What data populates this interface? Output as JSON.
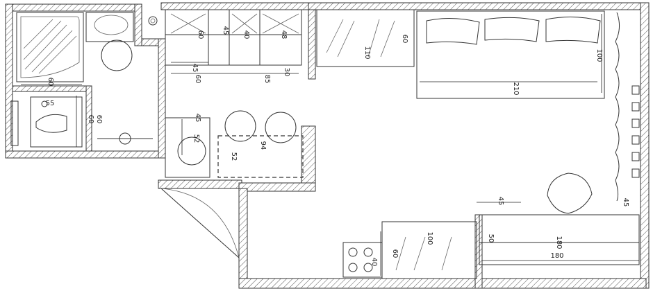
{
  "dimensions": [
    {
      "id": "shower-width",
      "text": "60"
    },
    {
      "id": "sink-depth",
      "text": "55"
    },
    {
      "id": "toilet-depth-a",
      "text": "60"
    },
    {
      "id": "toilet-depth-b",
      "text": "60"
    },
    {
      "id": "upper-cab-1",
      "text": "60"
    },
    {
      "id": "upper-cab-2",
      "text": "45"
    },
    {
      "id": "upper-cab-3",
      "text": "40"
    },
    {
      "id": "upper-cab-4",
      "text": "48"
    },
    {
      "id": "kitchen-45",
      "text": "45"
    },
    {
      "id": "kitchen-60",
      "text": "60"
    },
    {
      "id": "kitchen-85",
      "text": "85"
    },
    {
      "id": "kitchen-30",
      "text": "30"
    },
    {
      "id": "wardrobe-110",
      "text": "110"
    },
    {
      "id": "wardrobe-60",
      "text": "60"
    },
    {
      "id": "sofa-210",
      "text": "210"
    },
    {
      "id": "sofa-100",
      "text": "100"
    },
    {
      "id": "table-45",
      "text": "45"
    },
    {
      "id": "table-52a",
      "text": "52"
    },
    {
      "id": "table-52b",
      "text": "52"
    },
    {
      "id": "table-94",
      "text": "94"
    },
    {
      "id": "desk-45",
      "text": "45"
    },
    {
      "id": "desk-45b",
      "text": "45"
    },
    {
      "id": "desk-50",
      "text": "50"
    },
    {
      "id": "desk-180a",
      "text": "180"
    },
    {
      "id": "desk-180b",
      "text": "180"
    },
    {
      "id": "dresser-100",
      "text": "100"
    },
    {
      "id": "dresser-60",
      "text": "60"
    },
    {
      "id": "stove-40",
      "text": "40"
    }
  ]
}
